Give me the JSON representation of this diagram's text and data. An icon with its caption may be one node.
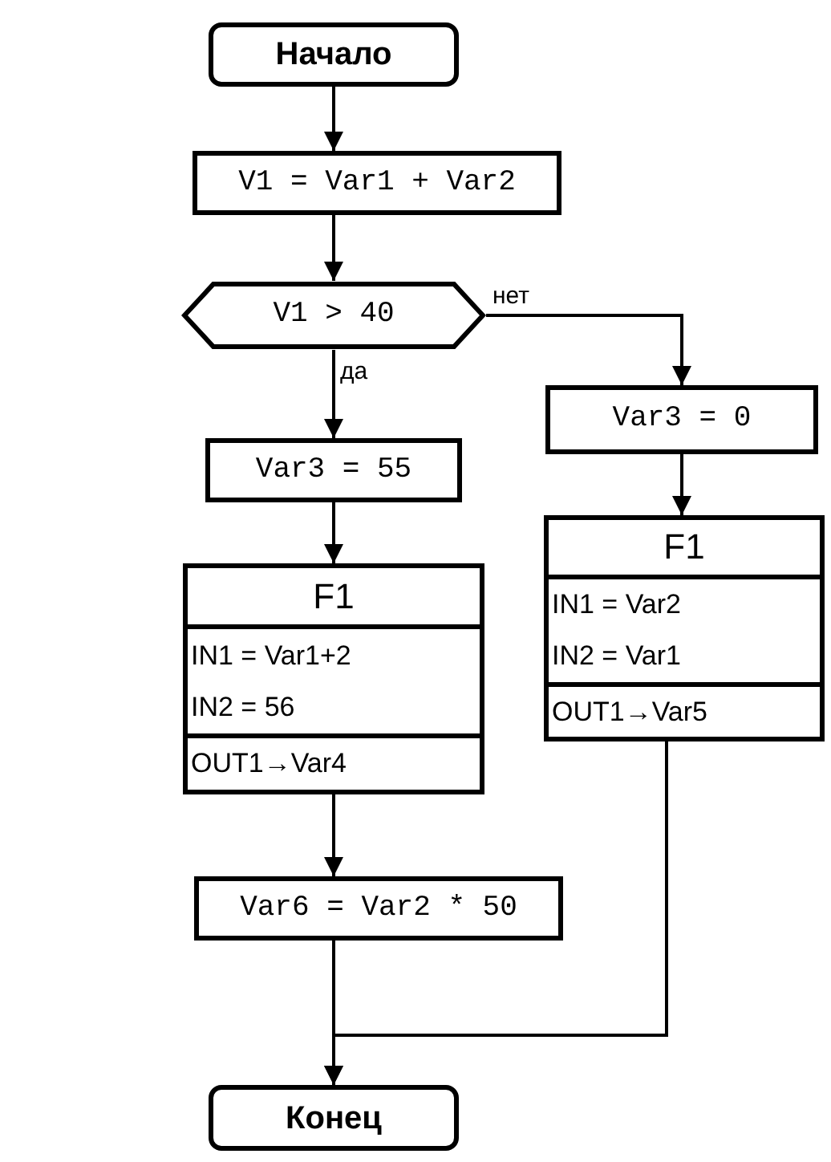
{
  "diagram": {
    "nodes": [
      {
        "text": [
          "Начало"
        ]
      },
      {
        "text": [
          "V1 = Var1 + Var2"
        ]
      },
      {
        "text": [
          "V1 > 40"
        ]
      },
      {
        "text": [
          "Var3 = 55"
        ]
      },
      {
        "text": [
          "F1",
          "IN1 = Var1+2",
          "IN2 = 56",
          "OUT1→Var4"
        ]
      },
      {
        "text": [
          "Var3 = 0"
        ]
      },
      {
        "text": [
          "F1",
          "IN1 = Var2",
          "IN2 = Var1",
          "OUT1→Var5"
        ]
      },
      {
        "text": [
          "Var6 = Var2 * 50"
        ]
      },
      {
        "text": [
          "Конец"
        ]
      }
    ],
    "edges": [
      {
        "from": 0,
        "to": 1,
        "arrow": "to"
      },
      {
        "from": 1,
        "to": 2,
        "arrow": "to"
      },
      {
        "from": 2,
        "to": 3,
        "arrow": "to",
        "label": "да"
      },
      {
        "from": 2,
        "to": 5,
        "arrow": "to",
        "label": "нет"
      },
      {
        "from": 3,
        "to": 4,
        "arrow": "to"
      },
      {
        "from": 5,
        "to": 6,
        "arrow": "to"
      },
      {
        "from": 4,
        "to": 7,
        "arrow": "to"
      },
      {
        "from": 7,
        "to": 8,
        "arrow": "to"
      },
      {
        "from": 6,
        "to": 8,
        "arrow": "to"
      }
    ]
  }
}
